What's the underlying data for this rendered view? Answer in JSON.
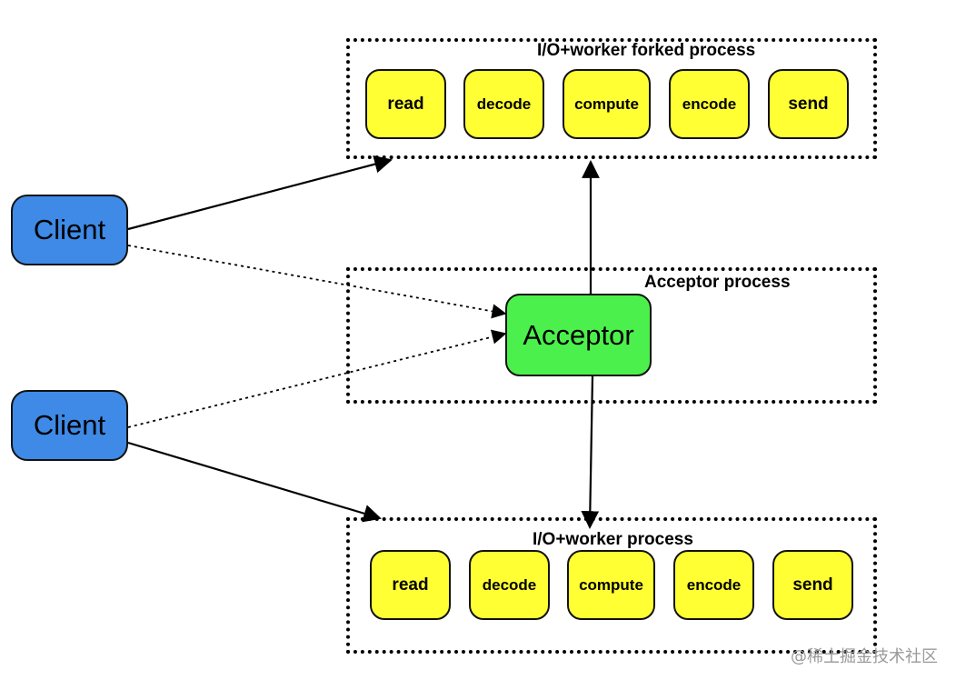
{
  "groups": {
    "forked": {
      "title": "I/O+worker forked process",
      "stages": [
        "read",
        "decode",
        "compute",
        "encode",
        "send"
      ]
    },
    "acceptor": {
      "title": "Acceptor process"
    },
    "worker": {
      "title": "I/O+worker process",
      "stages": [
        "read",
        "decode",
        "compute",
        "encode",
        "send"
      ]
    }
  },
  "clients": [
    "Client",
    "Client"
  ],
  "acceptor_label": "Acceptor",
  "watermark": "@稀土掘金技术社区",
  "colors": {
    "client": "#3e8ae6",
    "acceptor": "#4cf04c",
    "stage": "#ffff33"
  },
  "edges": [
    {
      "from": "client-1",
      "to": "forked-process",
      "style": "solid"
    },
    {
      "from": "client-1",
      "to": "acceptor",
      "style": "dotted"
    },
    {
      "from": "client-2",
      "to": "acceptor",
      "style": "dotted"
    },
    {
      "from": "client-2",
      "to": "worker-process",
      "style": "solid"
    },
    {
      "from": "acceptor",
      "to": "forked-process",
      "style": "solid"
    },
    {
      "from": "acceptor",
      "to": "worker-process",
      "style": "solid"
    }
  ]
}
